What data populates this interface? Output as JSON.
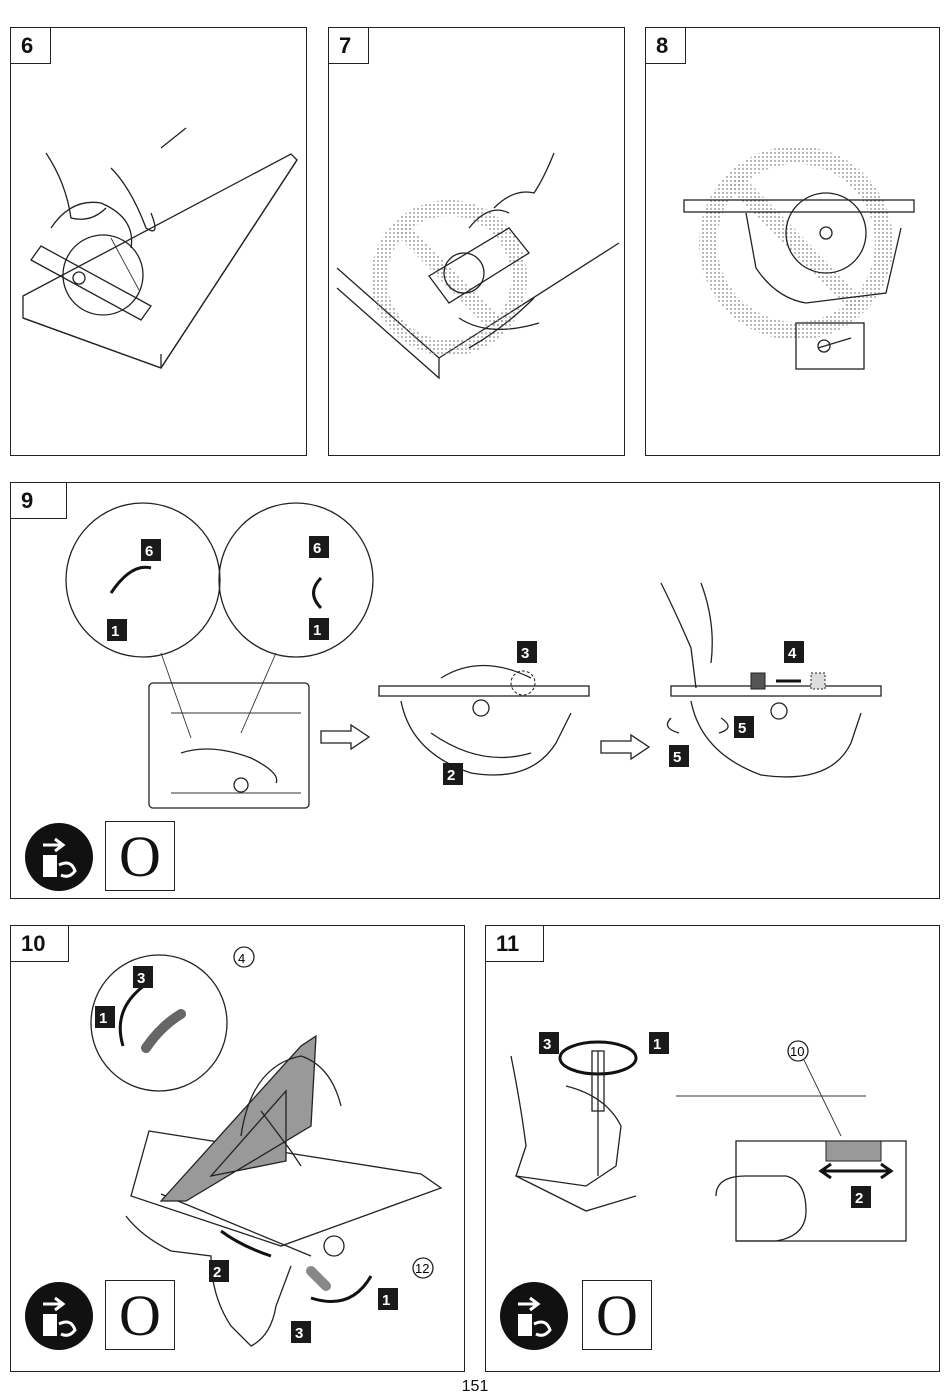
{
  "figures": {
    "fig6": {
      "label": "6"
    },
    "fig7": {
      "label": "7"
    },
    "fig8": {
      "label": "8"
    },
    "fig9": {
      "label": "9",
      "callouts": [
        "6",
        "1",
        "6",
        "1",
        "3",
        "2",
        "4",
        "5",
        "5"
      ],
      "mode_symbol": "O"
    },
    "fig10": {
      "label": "10",
      "callouts": [
        "3",
        "1",
        "2",
        "1",
        "3"
      ],
      "circled": [
        "4",
        "12"
      ],
      "mode_symbol": "O"
    },
    "fig11": {
      "label": "11",
      "callouts": [
        "3",
        "1",
        "2"
      ],
      "circled": [
        "10"
      ],
      "mode_symbol": "O"
    }
  },
  "icons": {
    "unplug": "unplug-power-icon",
    "prohibited": "prohibited-circle-icon",
    "arrow": "hollow-arrow-icon"
  },
  "page_number": "151"
}
